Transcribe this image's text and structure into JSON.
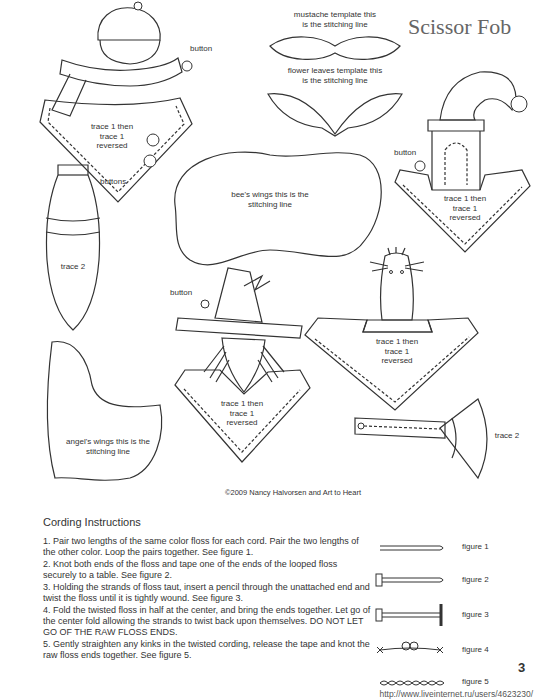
{
  "diagram": {
    "title": "Scissor Fob",
    "nodes": [
      {
        "text": [
          "trace 1 then trace 1 reversed"
        ]
      },
      {
        "text": [
          "mustache template this is the stitching line"
        ]
      },
      {
        "text": [
          "flower leaves template this is the stitching line"
        ]
      },
      {
        "text": [
          "trace 1 then trace 1 reversed"
        ]
      },
      {
        "text": [
          "trace 2"
        ]
      },
      {
        "text": [
          "bee's wings this is the stitching line"
        ]
      },
      {
        "text": [
          "trace 1 then trace 1 reversed"
        ]
      },
      {
        "text": [
          "trace 1 then trace 1 reversed"
        ]
      },
      {
        "text": [
          "angel's wings this is the stitching line"
        ]
      },
      {
        "text": [
          "trace 2"
        ]
      }
    ],
    "labels": [
      "button",
      "buttons",
      "button",
      "button",
      "©2009 Nancy Halvorsen and Art to Heart",
      "Cording Instructions",
      "1. Pair two lengths of the same color floss for each cord. Pair the two lengths of the other color. Loop the pairs together. See figure 1.",
      "2. Knot both ends of the floss and tape one of the ends of the looped floss securely to a table. See figure 2.",
      "3. Holding the strands of floss taut, insert a pencil through the unattached end and twist the floss until it is tightly wound. See figure 3.",
      "4. Fold the twisted floss in half at the center, and bring the ends together. Let go of the center fold allowing the strands to twist back upon themselves. DO NOT LET GO OF THE RAW FLOSS ENDS.",
      "5. Gently straighten any kinks in the twisted cording, release the tape and knot the raw floss ends together. See figure 5.",
      "figure 1",
      "figure 2",
      "figure 3",
      "figure 4",
      "figure 5",
      "3",
      "http://www.liveinternet.ru/users/4623230/"
    ]
  }
}
